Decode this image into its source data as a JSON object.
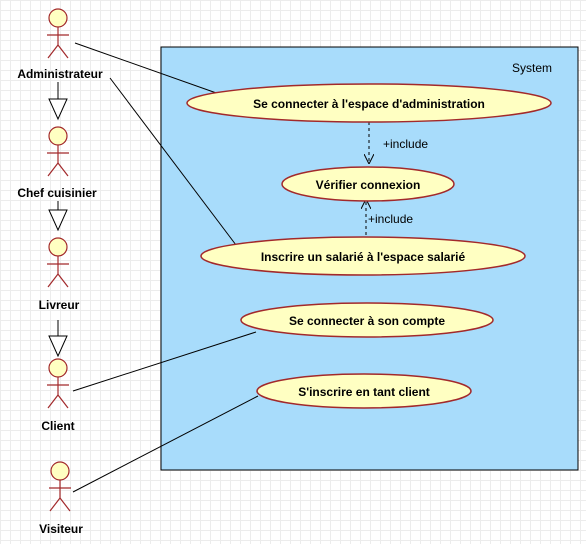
{
  "system": {
    "name": "System"
  },
  "actors": [
    {
      "id": "admin",
      "name": "Administrateur"
    },
    {
      "id": "chef",
      "name": "Chef cuisinier"
    },
    {
      "id": "livreur",
      "name": "Livreur"
    },
    {
      "id": "client",
      "name": "Client"
    },
    {
      "id": "visiteur",
      "name": "Visiteur"
    }
  ],
  "use_cases": [
    {
      "id": "uc-admin-login",
      "name": "Se connecter à l'espace d'administration"
    },
    {
      "id": "uc-verify",
      "name": "Vérifier connexion"
    },
    {
      "id": "uc-register-employee",
      "name": "Inscrire un salarié à l'espace salarié"
    },
    {
      "id": "uc-login-account",
      "name": "Se connecter à son compte"
    },
    {
      "id": "uc-register-client",
      "name": "S'inscrire en tant client"
    }
  ],
  "include_label": "+include",
  "colors": {
    "system_fill": "#a8dcfb",
    "use_case_fill": "#ffffc2",
    "actor_stroke": "#a2292b",
    "actor_fill": "#ffffc2"
  }
}
